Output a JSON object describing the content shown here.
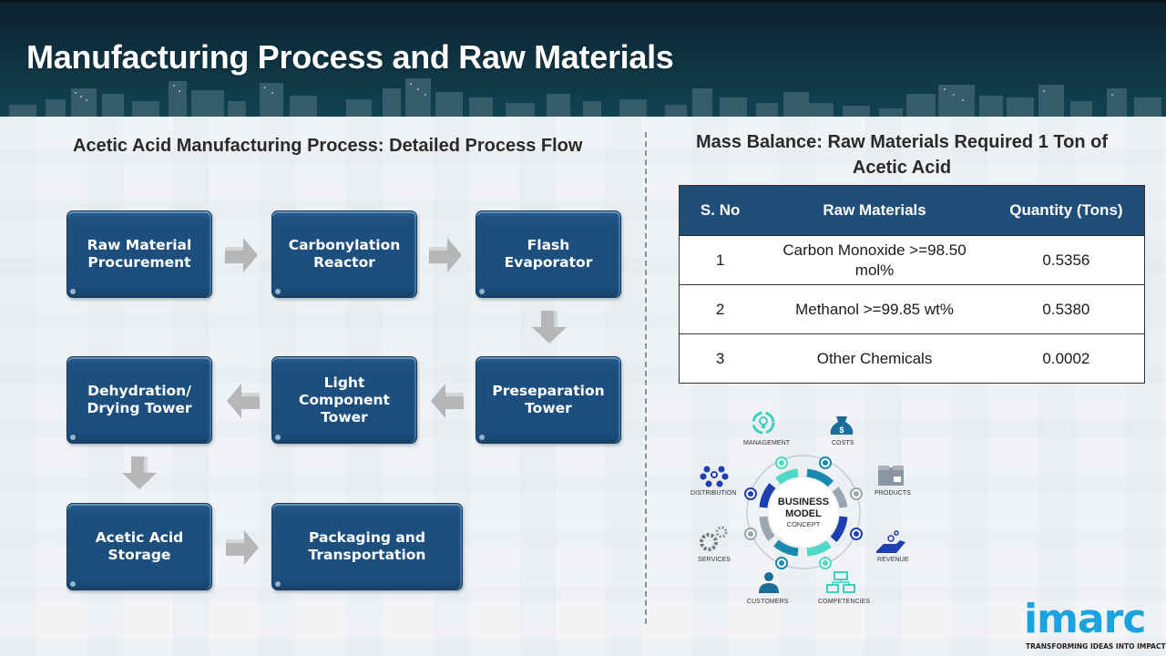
{
  "header": {
    "title": "Manufacturing Process and Raw Materials"
  },
  "process_flow": {
    "title": "Acetic Acid Manufacturing Process: Detailed Process Flow",
    "steps": [
      {
        "label": "Raw Material\nProcurement"
      },
      {
        "label": "Carbonylation\nReactor"
      },
      {
        "label": "Flash\nEvaporator"
      },
      {
        "label": "Preseparation\nTower"
      },
      {
        "label": "Light\nComponent\nTower"
      },
      {
        "label": "Dehydration/\nDrying Tower"
      },
      {
        "label": "Acetic Acid\nStorage"
      },
      {
        "label": "Packaging and\nTransportation"
      }
    ],
    "box_color": "#1f4e79",
    "arrow_color": "#b4b6b8"
  },
  "mass_balance": {
    "title_line1": "Mass Balance: Raw Materials Required 1 Ton of",
    "title_line2": "Acetic Acid",
    "columns": [
      "S. No",
      "Raw Materials",
      "Quantity (Tons)"
    ],
    "rows": [
      {
        "sno": "1",
        "material_line1": "Carbon Monoxide >=98.50",
        "material_line2": "mol%",
        "quantity": "0.5356"
      },
      {
        "sno": "2",
        "material_line1": "Methanol >=99.85 wt%",
        "material_line2": "",
        "quantity": "0.5380"
      },
      {
        "sno": "3",
        "material_line1": "Other Chemicals",
        "material_line2": "",
        "quantity": "0.0002"
      }
    ],
    "header_color": "#1f4e79"
  },
  "business_model": {
    "center_line1": "BUSINESS",
    "center_line2": "MODEL",
    "center_line3": "CONCEPT",
    "labels": {
      "management": "MANAGEMENT",
      "costs": "COSTS",
      "products": "PRODUCTS",
      "revenue": "REVENUE",
      "competencies": "COMPETENCIES",
      "customers": "CUSTOMERS",
      "services": "SERVICES",
      "distribution": "DISTRIBUTION"
    }
  },
  "logo": {
    "brand": "imarc",
    "tagline": "TRANSFORMING IDEAS INTO IMPACT",
    "color": "#1aa3e0"
  }
}
